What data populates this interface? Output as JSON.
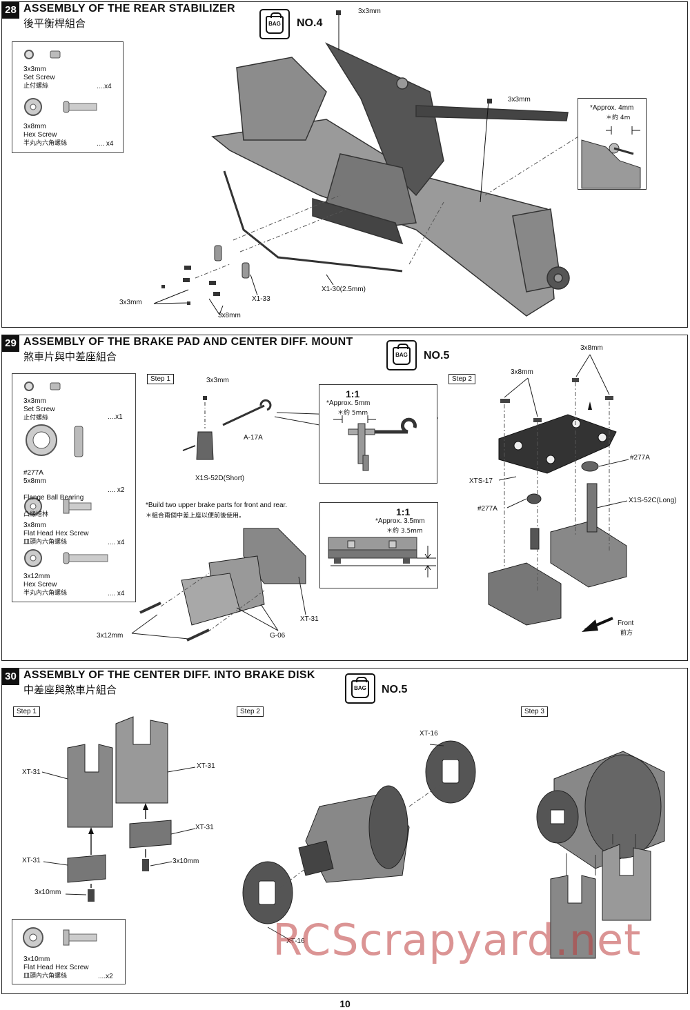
{
  "sections": [
    {
      "number": "28",
      "title": "ASSEMBLY OF THE REAR STABILIZER",
      "subtitle": "後平衡桿組合",
      "bag": {
        "text": "BAG",
        "no": "NO.4"
      },
      "parts": [
        {
          "size": "3x3mm",
          "name": "Set Screw",
          "zh": "止付螺絲",
          "qty": "....x4"
        },
        {
          "size": "3x8mm",
          "name": "Hex Screw",
          "zh": "半丸內六角螺絲",
          "qty": ".... x4"
        }
      ],
      "labels": {
        "screw_top": "3x3mm",
        "screw_mid": "3x3mm",
        "approx": "*Approx. 4mm",
        "approx_zh": "＊約  4m",
        "bottom_left": "3x3mm",
        "bottom_mid": "3x8mm",
        "x1_33": "X1-33",
        "x1_30": "X1-30(2.5mm)"
      }
    },
    {
      "number": "29",
      "title": "ASSEMBLY OF THE BRAKE PAD AND CENTER DIFF. MOUNT",
      "subtitle": "煞車片與中差座組合",
      "bag": {
        "text": "BAG",
        "no": "NO.5"
      },
      "parts": [
        {
          "size": "3x3mm",
          "name": "Set Screw",
          "zh": "止付螺絲",
          "qty": "....x1"
        },
        {
          "size": "#277A\n5x8mm",
          "name": "Flange Ball Bearing",
          "zh": "凸緣培林",
          "qty": ".... x2"
        },
        {
          "size": "3x8mm",
          "name": "Flat Head Hex Screw",
          "zh": "皿頭內六角螺絲",
          "qty": ".... x4"
        },
        {
          "size": "3x12mm",
          "name": "Hex Screw",
          "zh": "半丸內六角螺絲",
          "qty": ".... x4"
        }
      ],
      "step1": "Step 1",
      "step2": "Step 2",
      "labels": {
        "s1_screw": "3x3mm",
        "a17a": "A-17A",
        "x1s52d": "X1S-52D(Short)",
        "scale1": "1:1",
        "approx5": "*Approx. 5mm",
        "approx5_zh": "＊約  5mm",
        "note": "*Build two upper brake parts for front and rear.",
        "note_zh": "＊組合兩個中差上座以便前後使用。",
        "scale2": "1:1",
        "approx35": "*Approx. 3.5mm",
        "approx35_zh": "＊約  3.5mm",
        "x3x12": "3x12mm",
        "g06": "G-06",
        "xt31": "XT-31",
        "s2_3x8_top": "3x8mm",
        "s2_3x8_left": "3x8mm",
        "s2_277a_r": "#277A",
        "xts17": "XTS-17",
        "s2_277a_l": "#277A",
        "x1s52c": "X1S-52C(Long)",
        "front": "Front",
        "front_zh": "前方"
      }
    },
    {
      "number": "30",
      "title": "ASSEMBLY OF THE CENTER DIFF. INTO BRAKE DISK",
      "subtitle": "中差座與煞車片組合",
      "bag": {
        "text": "BAG",
        "no": "NO.5"
      },
      "parts": [
        {
          "size": "3x10mm",
          "name": "Flat Head Hex Screw",
          "zh": "皿頭內六角螺絲",
          "qty": "....x2"
        }
      ],
      "step1": "Step 1",
      "step2": "Step 2",
      "step3": "Step 3",
      "labels": {
        "xt31_a": "XT-31",
        "xt31_b": "XT-31",
        "xt31_c": "XT-31",
        "xt31_d": "XT-31",
        "s1_3x10_r": "3x10mm",
        "s1_3x10_l": "3x10mm",
        "xt16_top": "XT-16",
        "xt16_bottom": "XT-16"
      }
    }
  ],
  "page_number": "10",
  "watermark": "RCScrapyard.net"
}
